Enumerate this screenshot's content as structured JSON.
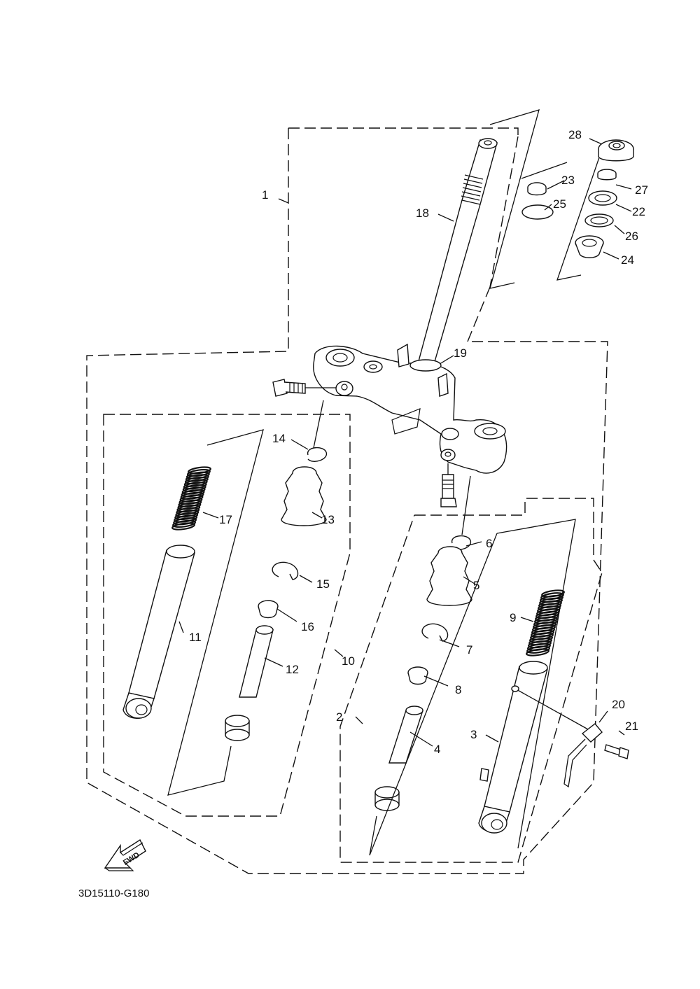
{
  "diagram": {
    "drawing_code": "3D15110-G180",
    "fwd_label": "FWD",
    "callouts": {
      "p1": "1",
      "p2": "2",
      "p3": "3",
      "p4": "4",
      "p5": "5",
      "p6": "6",
      "p7": "7",
      "p8": "8",
      "p9": "9",
      "p10": "10",
      "p11": "11",
      "p12": "12",
      "p13": "13",
      "p14": "14",
      "p15": "15",
      "p16": "16",
      "p17": "17",
      "p18": "18",
      "p19": "19",
      "p20": "20",
      "p21": "21",
      "p22": "22",
      "p23": "23",
      "p24": "24",
      "p25": "25",
      "p26": "26",
      "p27": "27",
      "p28": "28"
    }
  }
}
